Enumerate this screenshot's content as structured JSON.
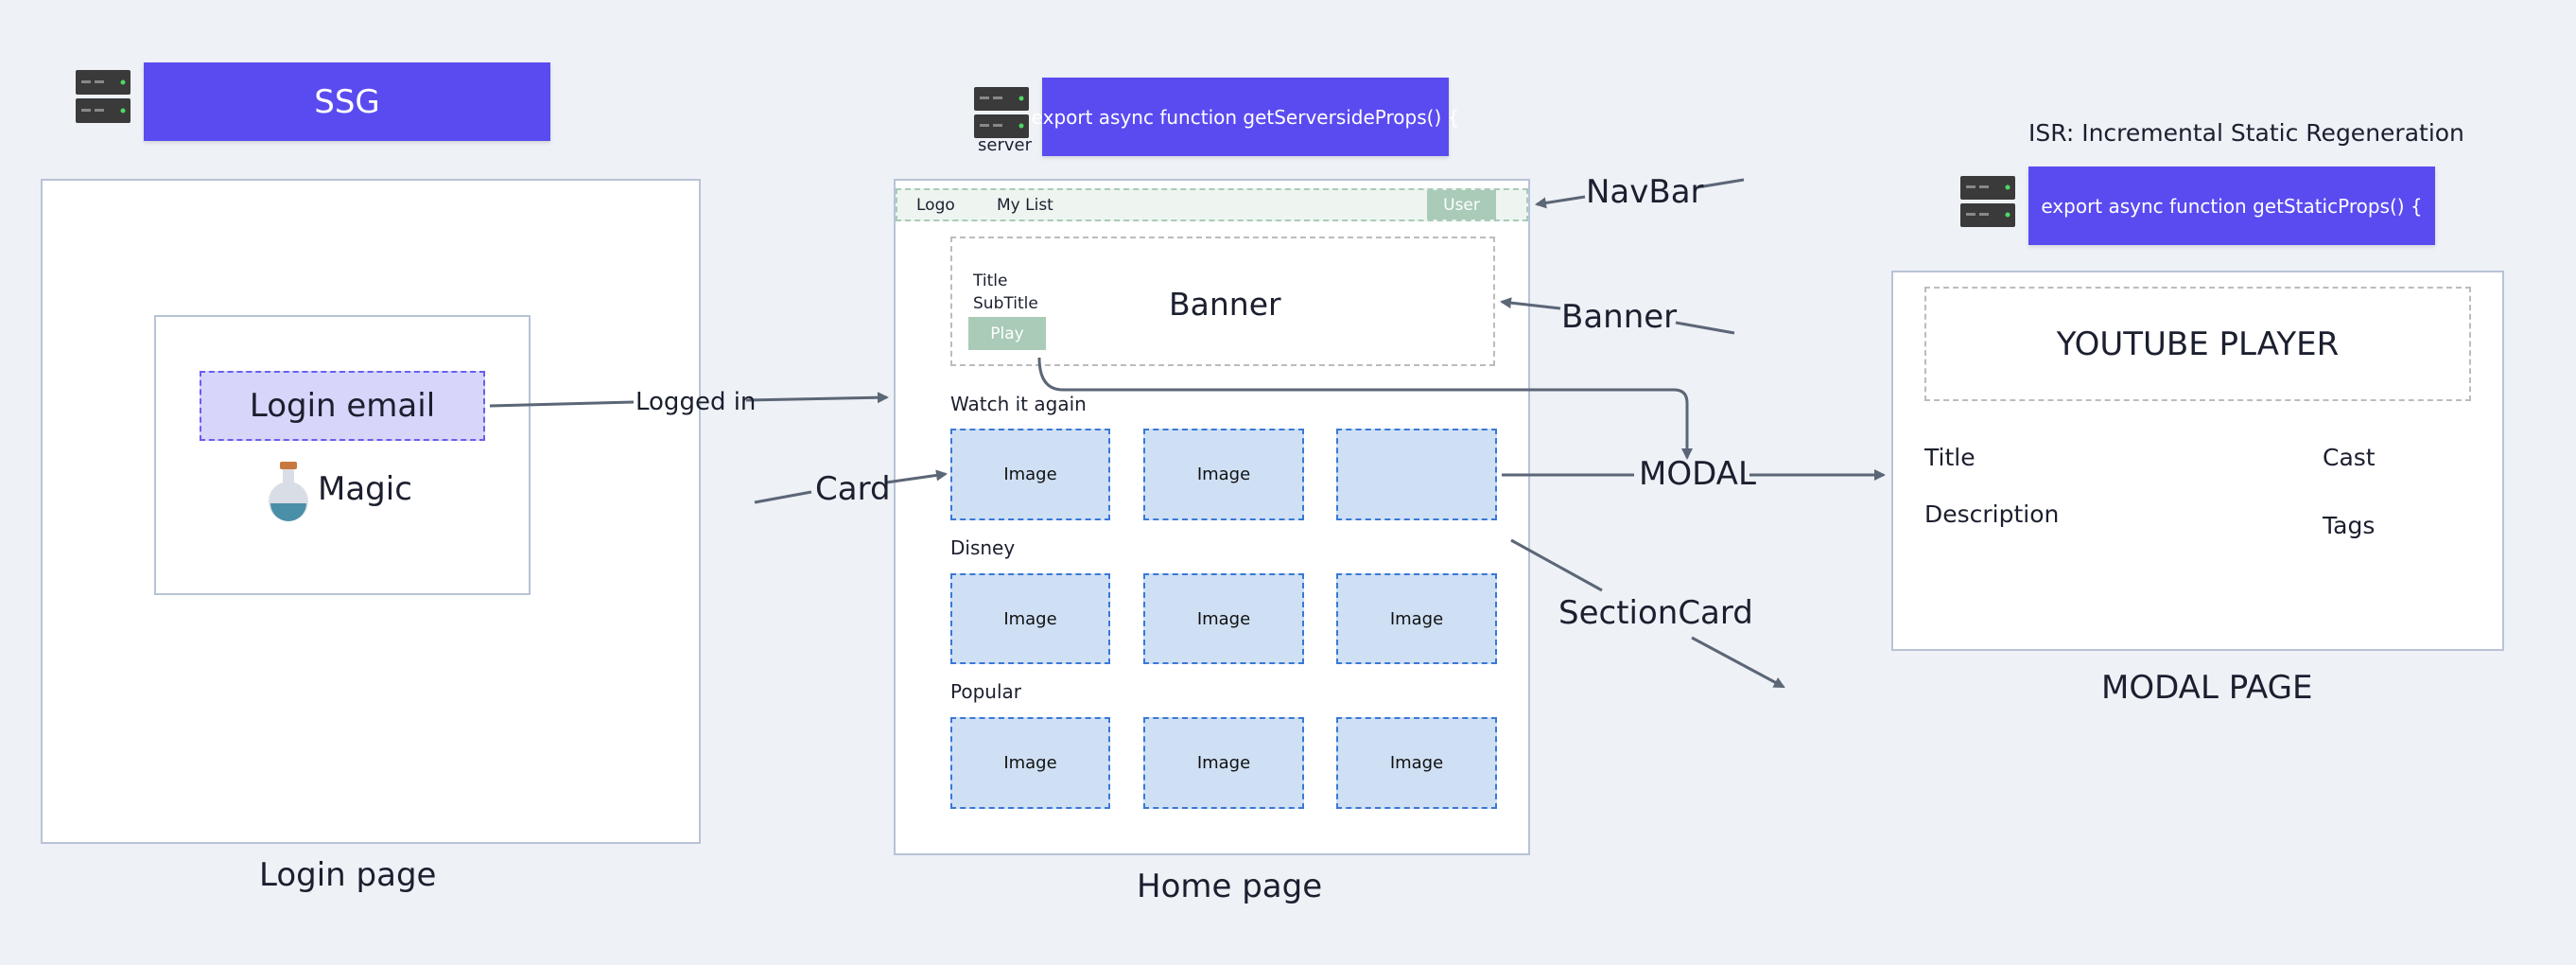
{
  "ssg": {
    "label": "SSG"
  },
  "login": {
    "email_label": "Login email",
    "magic_label": "Magic",
    "page_caption": "Login page",
    "logged_in_label": "Logged in"
  },
  "home": {
    "server_caption": "server",
    "code": "export async function getServersideProps() {",
    "nav": {
      "logo": "Logo",
      "my_list": "My List",
      "user": "User"
    },
    "banner": {
      "title": "Title",
      "subtitle": "SubTitle",
      "play": "Play",
      "label": "Banner"
    },
    "sections": [
      {
        "title": "Watch it again",
        "cards": [
          "Image",
          "Image",
          ""
        ]
      },
      {
        "title": "Disney",
        "cards": [
          "Image",
          "Image",
          "Image"
        ]
      },
      {
        "title": "Popular",
        "cards": [
          "Image",
          "Image",
          "Image"
        ]
      }
    ],
    "page_caption": "Home page"
  },
  "annotations": {
    "navbar": "NavBar",
    "banner": "Banner",
    "card": "Card",
    "modal": "MODAL",
    "section_card": "SectionCard"
  },
  "isr": {
    "title": "ISR: Incremental Static Regeneration",
    "code": "export async function getStaticProps() {"
  },
  "modal_page": {
    "player": "YOUTUBE PLAYER",
    "title": "Title",
    "cast": "Cast",
    "description": "Description",
    "tags": "Tags",
    "caption": "MODAL PAGE"
  },
  "colors": {
    "accent": "#5a4bf0",
    "background": "#eef1f6",
    "card_fill": "#cfe0f5",
    "card_border": "#3a78d6",
    "button_green": "#a9cbb7",
    "login_box_fill": "#d7d5fa",
    "arrow": "#5b6676"
  },
  "icons": [
    "server-icon",
    "potion-icon"
  ]
}
